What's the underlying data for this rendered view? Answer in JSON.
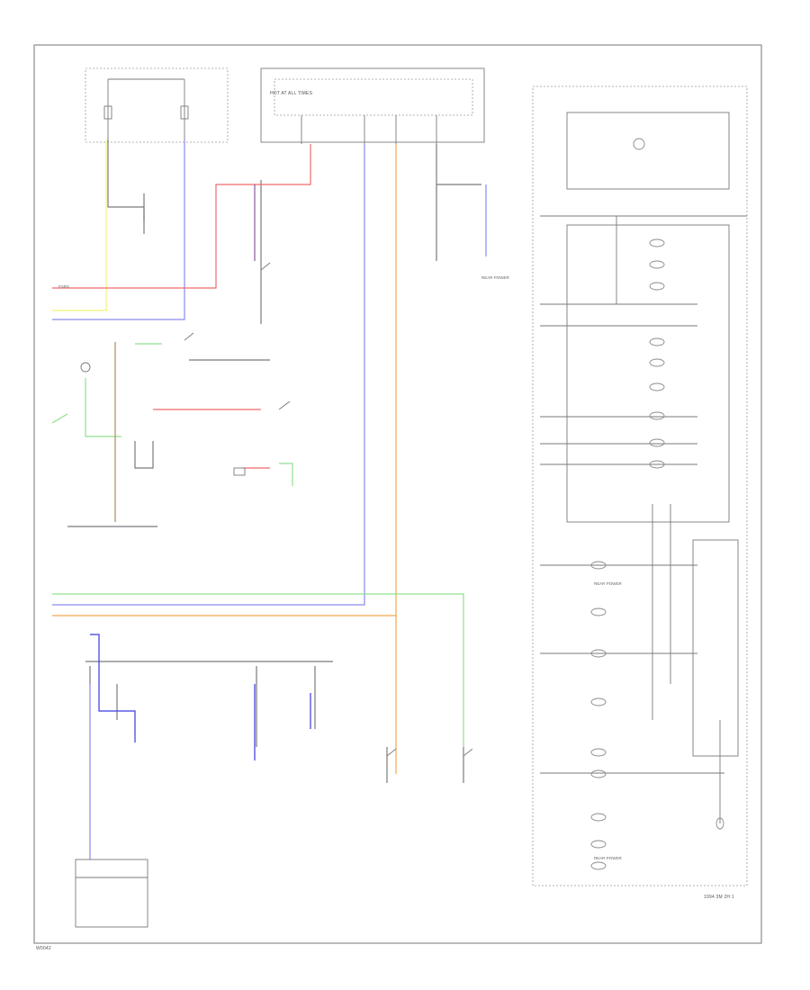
{
  "colors": {
    "background": "#ffffff",
    "frame": "#8c8c8c",
    "black_wire": "#7a7a7a",
    "red_wire": "#f06a6a",
    "blue_wire": "#8a8aee",
    "orange_wire": "#f2a64e",
    "green_wire": "#8fe08f",
    "yellow_wire": "#f2f27a",
    "brown_wire": "#b48a5a",
    "violet_wire": "#8a5a9a",
    "dark_blue_wire": "#3a3ae0"
  },
  "left_panel": {
    "labels": {
      "rp_mid": "FSRS",
      "left_top_1": "HOT AT ALL TIMES",
      "rp_a": "REAR POWER",
      "rp_b": "REAR POWER",
      "rp_c": "REAR POWER"
    }
  },
  "footer": {
    "left_code": "W0042",
    "right_code": "1994 3M 2H 1"
  }
}
